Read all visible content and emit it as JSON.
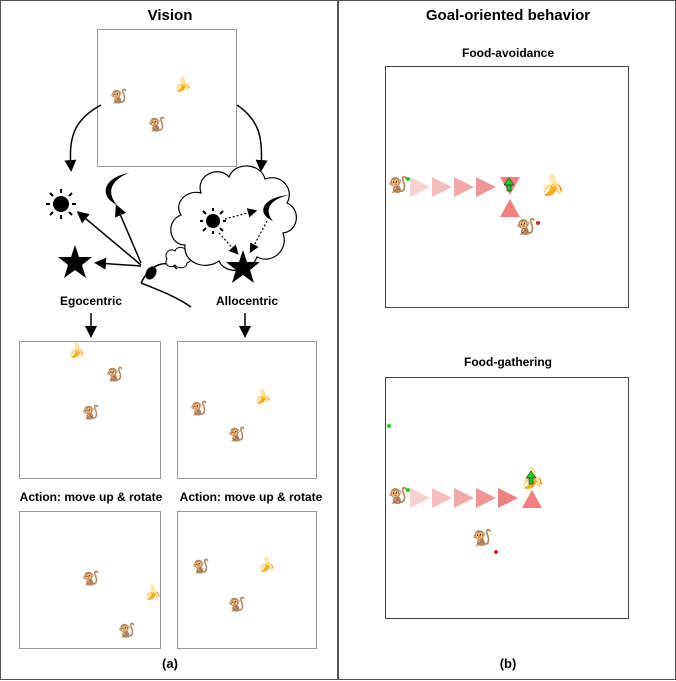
{
  "left_panel": {
    "title": "Vision",
    "egocentric_label": "Egocentric",
    "allocentric_label": "Allocentric",
    "action_label_left": "Action: move up & rotate",
    "action_label_right": "Action: move up & rotate",
    "caption": "(a)"
  },
  "right_panel": {
    "title": "Goal-oriented behavior",
    "scenario_top": "Food-avoidance",
    "scenario_bottom": "Food-gathering",
    "caption": "(b)"
  },
  "icons": {
    "agent": "monkey-icon",
    "other_agent": "monkey-icon",
    "food": "banana-icon",
    "landmarks": [
      "sun-icon",
      "moon-icon",
      "star-icon"
    ],
    "viewer": "eye-icon",
    "memory": "thought-cloud-icon",
    "path": "triangle-arrow-icon"
  },
  "colors": {
    "agent_marker": "#22cc22",
    "other_marker": "#dd2222",
    "path_color": "#f08080",
    "banana": "#f5d000"
  }
}
